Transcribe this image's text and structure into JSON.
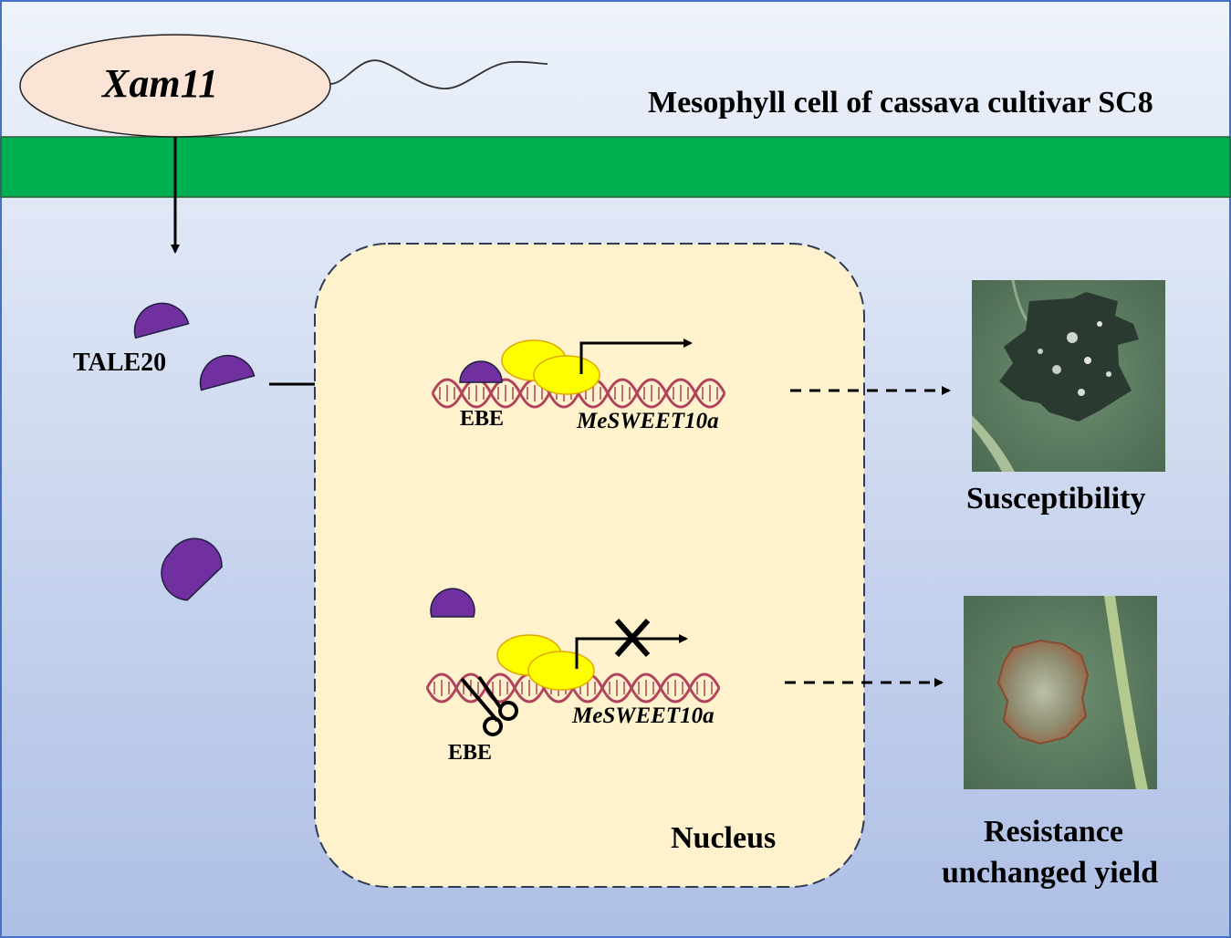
{
  "pathogen": {
    "name": "Xam11"
  },
  "cell": {
    "title": "Mesophyll cell of cassava cultivar SC8"
  },
  "effector": {
    "name": "TALE20"
  },
  "nucleus": {
    "label": "Nucleus"
  },
  "top_pathway": {
    "ebe_label": "EBE",
    "gene_label": "MeSWEET10a",
    "outcome": "Susceptibility"
  },
  "bottom_pathway": {
    "ebe_label": "EBE",
    "gene_label": "MeSWEET10a",
    "outcome_line1": "Resistance",
    "outcome_line2": "unchanged yield"
  },
  "colors": {
    "membrane": "#00b050",
    "effector": "#7030a0",
    "pathogen_fill": "#fbe3d6",
    "nucleus_fill": "#fff2cc",
    "dna": "#b0445f",
    "rna_polymerase": "#ffff00",
    "background_top": "#eef3fb",
    "background_bottom": "#aebfe5"
  },
  "icons": [
    "bacterium-flagellum",
    "effector-protein",
    "promoter-arrow",
    "scissors-icon",
    "block-x-icon",
    "leaf-lesion-photo"
  ]
}
